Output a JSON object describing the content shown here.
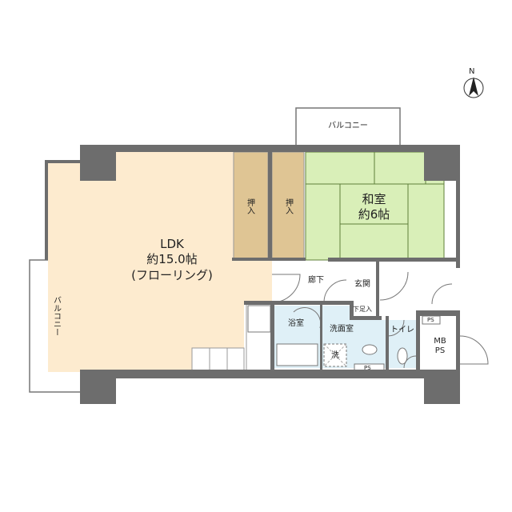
{
  "compass": {
    "label": "N"
  },
  "rooms": {
    "ldk": {
      "name": "LDK",
      "size": "約15.0帖",
      "floor": "(フローリング)"
    },
    "washitsu": {
      "name": "和室",
      "size": "約6帖"
    },
    "oshiire1": {
      "name": "押入"
    },
    "oshiire2": {
      "name": "押入"
    },
    "balcony_top": {
      "name": "バルコニー"
    },
    "balcony_left": {
      "name": "バルコニー"
    },
    "hallway": {
      "name": "廊下"
    },
    "genkan": {
      "name": "玄関"
    },
    "shoe": {
      "name": "下足入"
    },
    "bath": {
      "name": "浴室"
    },
    "washroom": {
      "name": "洗面室"
    },
    "washer": {
      "name": "洗"
    },
    "toilet": {
      "name": "トイレ"
    },
    "ps1": {
      "name": "PS"
    },
    "ps2": {
      "name": "PS"
    },
    "mbps": {
      "name": "MB\nPS"
    }
  },
  "colors": {
    "wall": "#6d6d6d",
    "ldk": "#fdebcf",
    "oshiire": "#dfc594",
    "tatami": "#d9efb8",
    "wet": "#dff0f7"
  }
}
